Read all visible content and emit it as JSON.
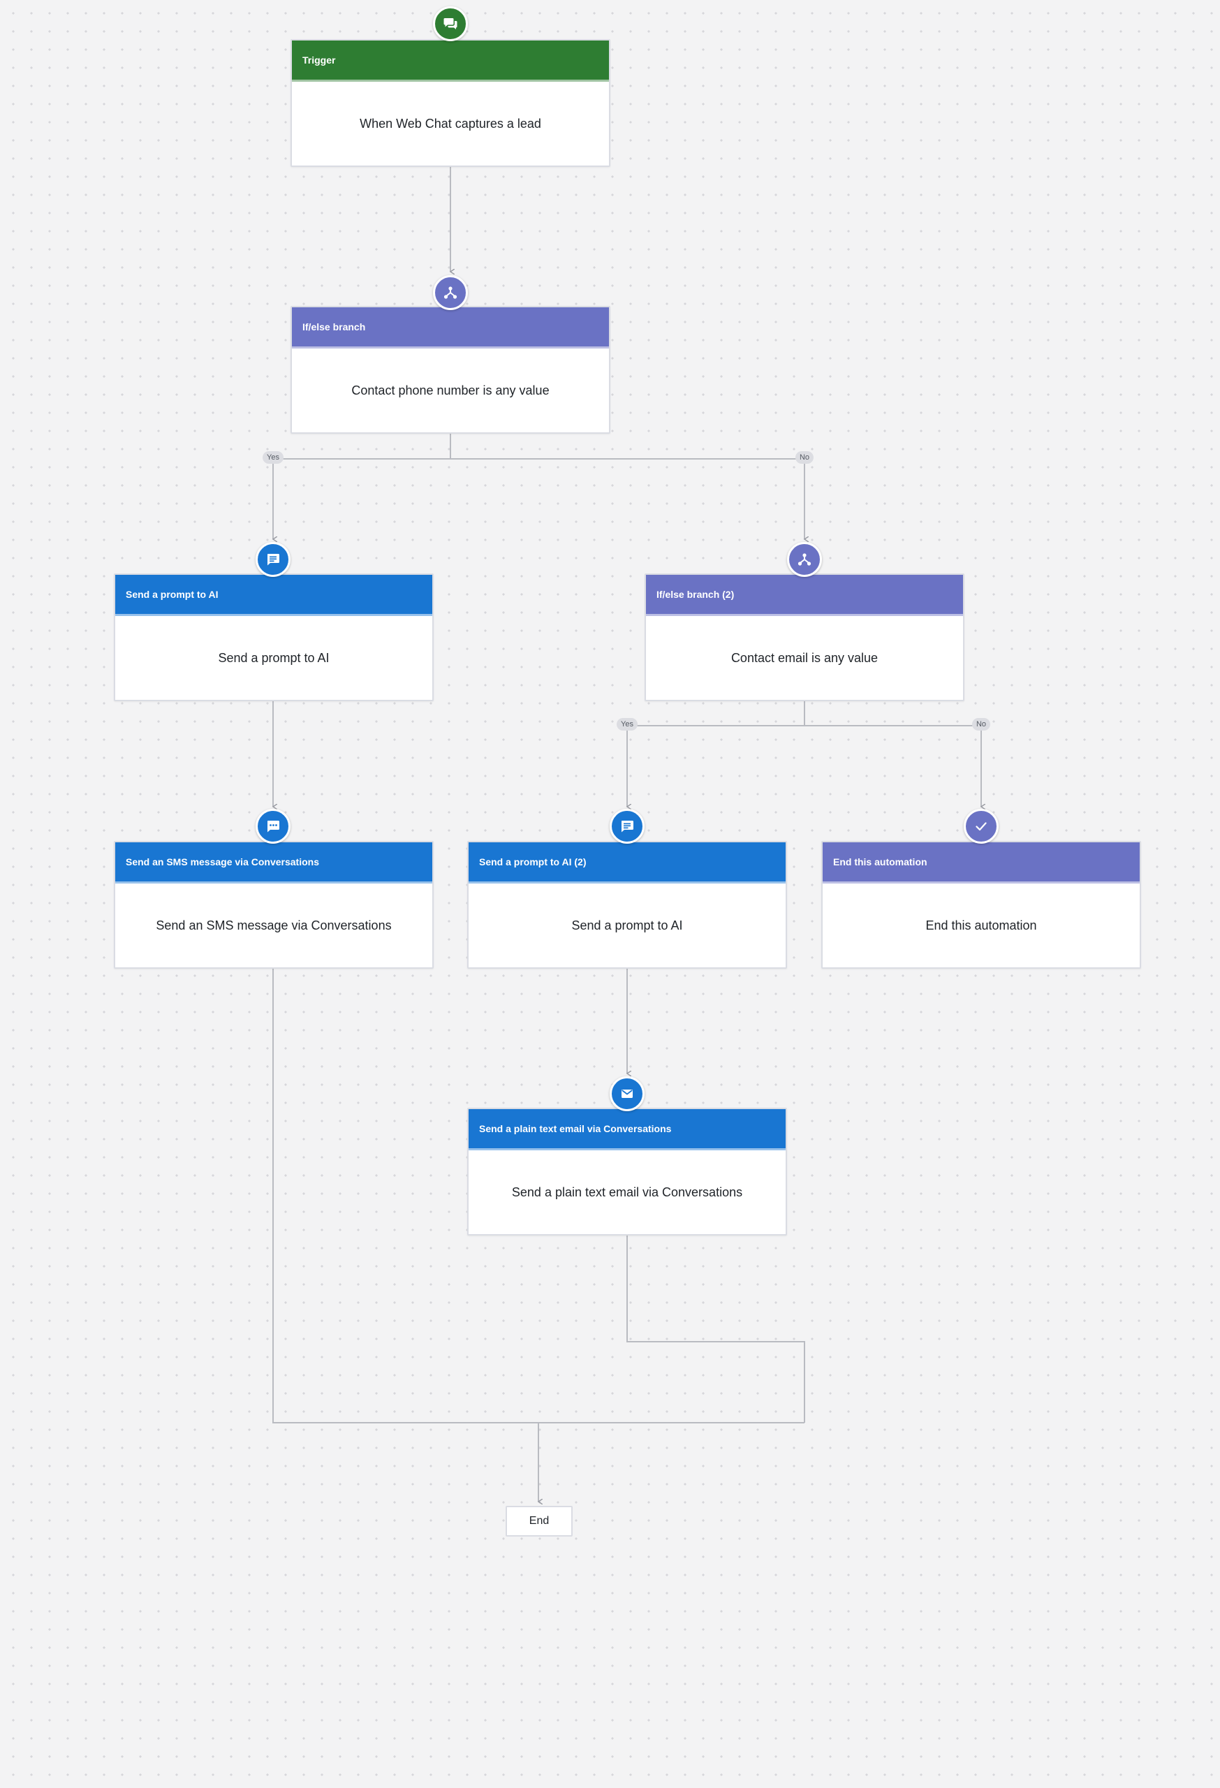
{
  "workflow": {
    "nodes": [
      {
        "id": "trigger",
        "header": "Trigger",
        "body": "When Web Chat captures a lead",
        "header_color": "#2e7d32",
        "icon": "chat-bubbles-icon"
      },
      {
        "id": "branch1",
        "header": "If/else branch",
        "body": "Contact phone number is any value",
        "header_color": "#6a72c4",
        "icon": "branch-icon"
      },
      {
        "id": "prompt1",
        "header": "Send a prompt to AI",
        "body": "Send a prompt to AI",
        "header_color": "#1976d2",
        "icon": "message-icon"
      },
      {
        "id": "branch2",
        "header": "If/else branch (2)",
        "body": "Contact email is any value",
        "header_color": "#6a72c4",
        "icon": "branch-icon"
      },
      {
        "id": "sms",
        "header": "Send an SMS message via Conversations",
        "body": "Send an SMS message via Conversations",
        "header_color": "#1976d2",
        "icon": "sms-icon"
      },
      {
        "id": "prompt2",
        "header": "Send a prompt to AI (2)",
        "body": "Send a prompt to AI",
        "header_color": "#1976d2",
        "icon": "message-icon"
      },
      {
        "id": "endauto",
        "header": "End this automation",
        "body": "End this automation",
        "header_color": "#6a72c4",
        "icon": "checkmark-icon"
      },
      {
        "id": "email",
        "header": "Send a plain text email via Conversations",
        "body": "Send a plain text email via Conversations",
        "header_color": "#1976d2",
        "icon": "envelope-icon"
      }
    ],
    "branch_labels": {
      "yes": "Yes",
      "no": "No"
    },
    "end_label": "End"
  }
}
